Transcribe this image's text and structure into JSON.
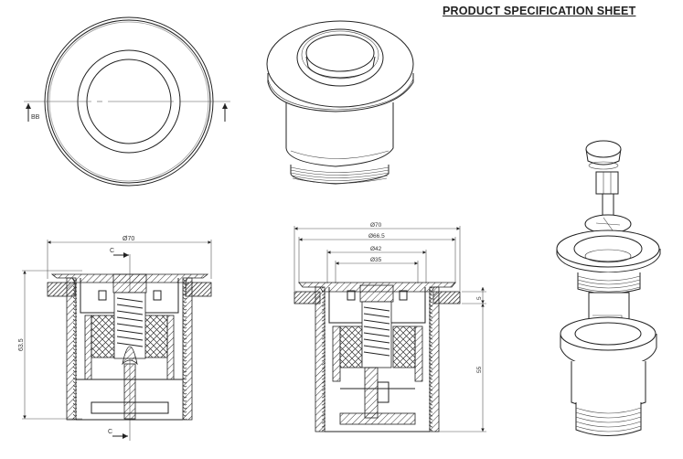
{
  "header": {
    "title": "PRODUCT SPECIFICATION SHEET"
  },
  "views": {
    "top_view": {
      "section_label": "BB"
    },
    "isometric_view": {},
    "section_c": {
      "section_label": "C",
      "section_label_bottom": "C",
      "dim_diameter": "Ø70",
      "dim_height": "63.5"
    },
    "section_b": {
      "dim_diameters": [
        "Ø70",
        "Ø66.5",
        "Ø42",
        "Ø35"
      ],
      "dim_flange": "5",
      "dim_body": "55"
    },
    "exploded_view": {}
  },
  "colors": {
    "line": "#222222",
    "hatch": "#333333",
    "background": "#ffffff"
  }
}
